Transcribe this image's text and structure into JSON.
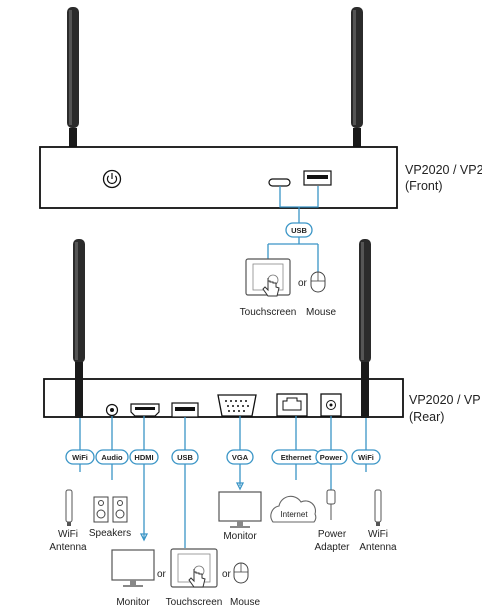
{
  "front": {
    "model": "VP2020 / VP2",
    "side": "(Front)",
    "usb_tag": "USB"
  },
  "front_devices": {
    "touchscreen": "Touchscreen",
    "or": "or",
    "mouse": "Mouse"
  },
  "rear": {
    "model": "VP2020 / VP",
    "side": "(Rear)"
  },
  "rear_tags": {
    "wifi_left": "WiFi",
    "audio": "Audio",
    "hdmi": "HDMI",
    "usb": "USB",
    "vga": "VGA",
    "ethernet": "Ethernet",
    "power": "Power",
    "wifi_right": "WiFi"
  },
  "rear_devices": {
    "wifi_antenna_left_1": "WiFi",
    "wifi_antenna_left_2": "Antenna",
    "speakers": "Speakers",
    "monitor_vga": "Monitor",
    "internet": "Internet",
    "power_adapter_1": "Power",
    "power_adapter_2": "Adapter",
    "wifi_antenna_right_1": "WiFi",
    "wifi_antenna_right_2": "Antenna",
    "monitor_hdmi": "Monitor",
    "or_1": "or",
    "touchscreen": "Touchscreen",
    "or_2": "or",
    "mouse": "Mouse"
  },
  "colors": {
    "connector_line": "#3a95c6",
    "device_outline": "#111111",
    "icon_gray": "#666666"
  }
}
